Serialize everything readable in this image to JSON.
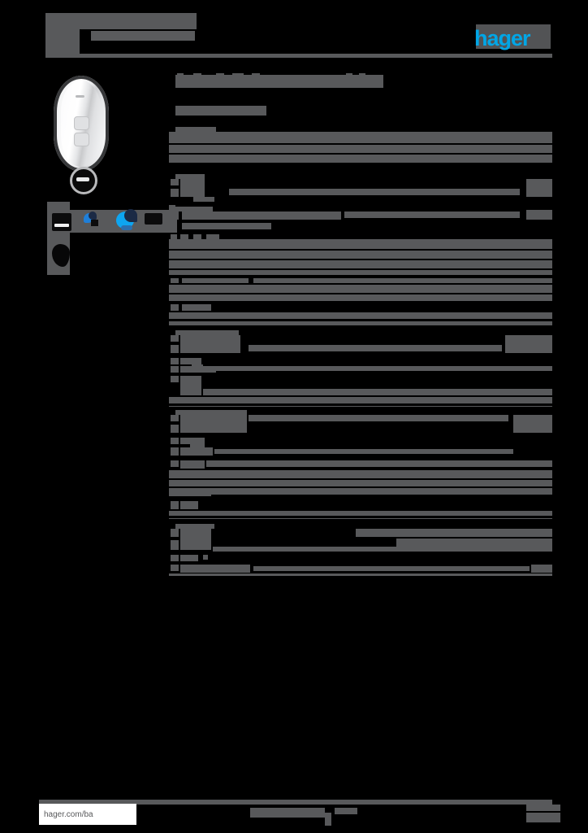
{
  "document": {
    "kind": "product-datasheet",
    "brand": "hager",
    "redacted": true,
    "page_background": "#000000",
    "text_block_color": "#58595b",
    "accent_color": "#00a6e6"
  },
  "header": {
    "title_redacted": "",
    "subtitle_redacted": "",
    "logo_text": "hager",
    "rule_color": "#58595b"
  },
  "left_column": {
    "product_image_alt": "key-fob remote control, white body with dark bezel, two buttons, LED indicator and key ring",
    "legend_icons": [
      {
        "name": "card-icon",
        "label_redacted": ""
      },
      {
        "name": "hand-pointer-icon",
        "label_redacted": ""
      },
      {
        "name": "speech-bubble-icon",
        "label_redacted": ""
      },
      {
        "name": "plate-icon",
        "label_redacted": ""
      },
      {
        "name": "blob-icon",
        "label_redacted": ""
      }
    ]
  },
  "main": {
    "page_title_redacted": "",
    "section_label_redacted": "",
    "sections": [
      {
        "heading_redacted": "",
        "rows": [
          {
            "label_redacted": "",
            "value_redacted": ""
          },
          {
            "label_redacted": "",
            "value_redacted": ""
          },
          {
            "label_redacted": "",
            "value_redacted": ""
          },
          {
            "label_redacted": "",
            "value_redacted": ""
          }
        ]
      },
      {
        "heading_redacted": "",
        "rows": [
          {
            "label_redacted": "",
            "value_redacted": ""
          },
          {
            "label_redacted": "",
            "value_redacted": ""
          }
        ]
      },
      {
        "heading_redacted": "",
        "rows": [
          {
            "label_redacted": "",
            "value_redacted": ""
          },
          {
            "label_redacted": "",
            "value_redacted": ""
          },
          {
            "label_redacted": "",
            "value_redacted": ""
          }
        ]
      },
      {
        "heading_redacted": "",
        "rows": [
          {
            "label_redacted": "",
            "value_redacted": ""
          },
          {
            "label_redacted": "",
            "value_redacted": ""
          },
          {
            "label_redacted": "",
            "value_redacted": ""
          },
          {
            "label_redacted": "",
            "value_redacted": ""
          },
          {
            "label_redacted": "",
            "value_redacted": ""
          }
        ]
      },
      {
        "heading_redacted": "",
        "rows": [
          {
            "label_redacted": "",
            "value_redacted": ""
          },
          {
            "label_redacted": "",
            "value_redacted": ""
          },
          {
            "label_redacted": "",
            "value_redacted": ""
          },
          {
            "label_redacted": "",
            "value_redacted": ""
          },
          {
            "label_redacted": "",
            "value_redacted": ""
          }
        ]
      },
      {
        "heading_redacted": "",
        "rows": [
          {
            "label_redacted": "",
            "value_redacted": ""
          },
          {
            "label_redacted": "",
            "value_redacted": ""
          }
        ]
      },
      {
        "heading_redacted": "",
        "rows": [
          {
            "label_redacted": "",
            "value_redacted": ""
          },
          {
            "label_redacted": "",
            "value_redacted": ""
          },
          {
            "label_redacted": "",
            "value_redacted": ""
          }
        ]
      },
      {
        "heading_redacted": "",
        "rows": [
          {
            "label_redacted": "",
            "value_redacted": ""
          },
          {
            "label_redacted": "",
            "value_redacted": ""
          }
        ]
      }
    ]
  },
  "footer": {
    "rule_color": "#58595b",
    "url": "hager.com/ba",
    "center_text_redacted": "",
    "page_number_redacted": ""
  }
}
